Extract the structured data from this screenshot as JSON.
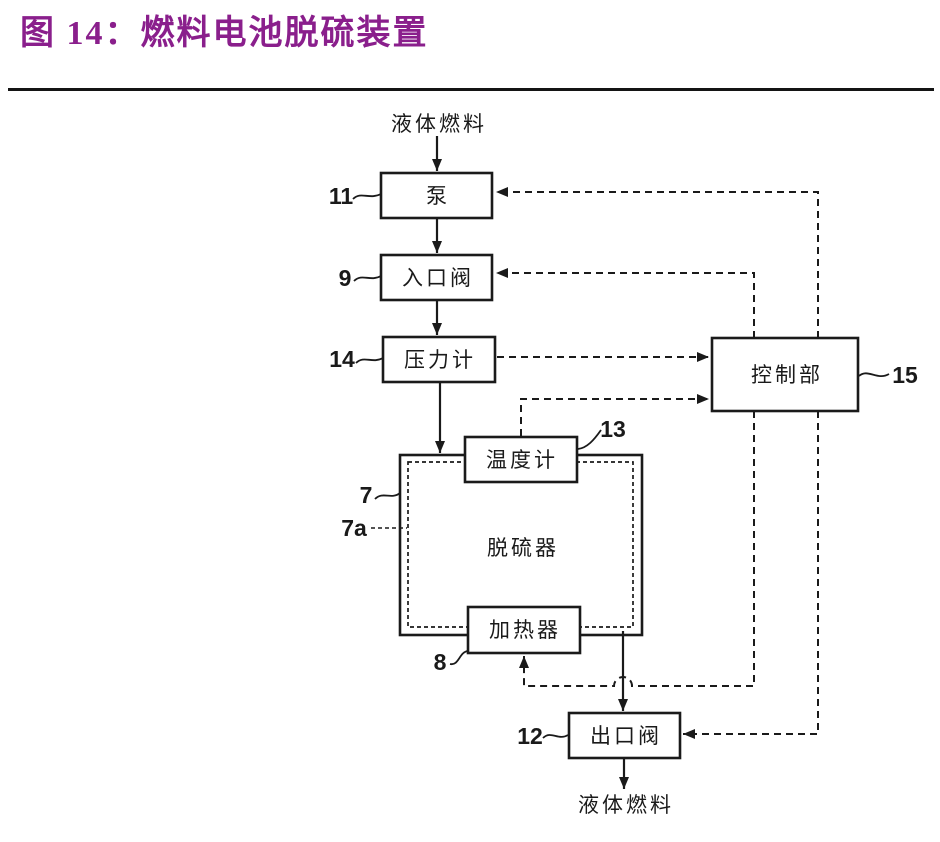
{
  "title": "图 14：燃料电池脱硫装置",
  "colors": {
    "title_accent": "#8A1F8C",
    "line": "#1a1a1a",
    "background": "#ffffff"
  },
  "flow": {
    "input_label": "液体燃料",
    "output_label": "液体燃料"
  },
  "nodes": {
    "pump": {
      "label": "泵",
      "ref": "11"
    },
    "inlet_valve": {
      "label": "入口阀",
      "ref": "9"
    },
    "pressure_gauge": {
      "label": "压力计",
      "ref": "14"
    },
    "thermometer": {
      "label": "温度计",
      "ref": "13"
    },
    "desulfurizer": {
      "label": "脱硫器",
      "ref": "7",
      "inner_ref": "7a"
    },
    "heater": {
      "label": "加热器",
      "ref": "8"
    },
    "outlet_valve": {
      "label": "出口阀",
      "ref": "12"
    },
    "control_unit": {
      "label": "控制部",
      "ref": "15"
    }
  }
}
